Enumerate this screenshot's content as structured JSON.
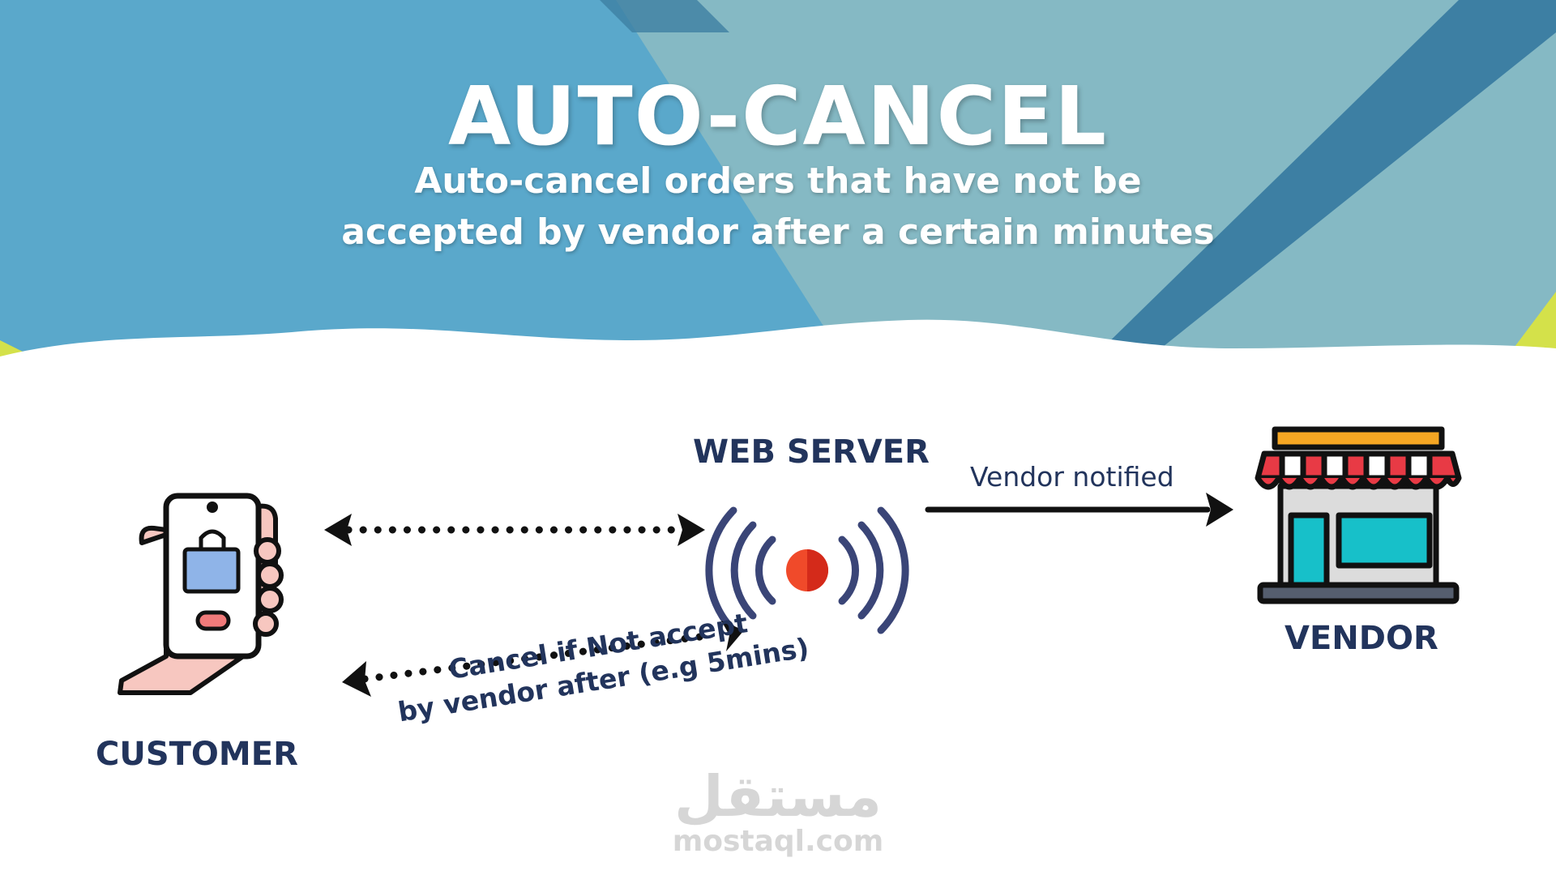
{
  "header": {
    "title": "AUTO-CANCEL",
    "subtitle_line1": "Auto-cancel orders that have not be",
    "subtitle_line2": "accepted by vendor after a certain minutes"
  },
  "nodes": {
    "web_server": "WEB SERVER",
    "vendor": "VENDOR",
    "customer": "CUSTOMER"
  },
  "edges": {
    "vendor_notified": "Vendor notified",
    "cancel_line1": "Cancel if Not accept",
    "cancel_line2": "by vendor after (e.g 5mins)"
  },
  "watermark": {
    "arabic": "مستقل",
    "url": "mostaql.com"
  },
  "colors": {
    "navy": "#22345c",
    "sky_blue": "#5aa8cb",
    "teal": "#85b9c4",
    "dark_blue": "#3d7fa3",
    "lime": "#d4e14a",
    "awning_red": "#e83a45",
    "shop_teal": "#17c0c9"
  },
  "icons": {
    "customer": "phone-in-hand-shopping-icon",
    "web_server": "broadcast-signal-icon",
    "vendor": "storefront-icon"
  }
}
